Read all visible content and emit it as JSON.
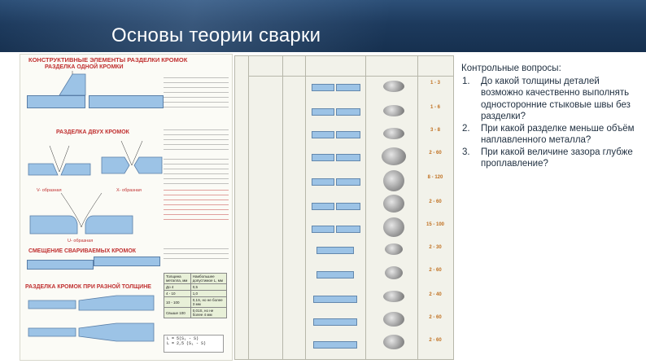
{
  "slide": {
    "title": "Основы теории сварки",
    "colors": {
      "header_bg": "#1d3a5d",
      "title_text": "#ffffff",
      "questions_text": "#1f2f40"
    }
  },
  "left_figure": {
    "headings": [
      "КОНСТРУКТИВНЫЕ ЭЛЕМЕНТЫ РАЗДЕЛКИ КРОМОК",
      "РАЗДЕЛКА ОДНОЙ КРОМКИ",
      "РАЗДЕЛКА ДВУХ КРОМОК",
      "СМЕЩЕНИЕ СВАРИВАЕМЫХ КРОМОК",
      "РАЗДЕЛКА КРОМОК ПРИ РАЗНОЙ ТОЛЩИНЕ"
    ],
    "captions": [
      "V- образная",
      "X- образная",
      "U- образная"
    ],
    "mini_table": [
      [
        "Толщина металла, мм",
        "Наибольшее допустимое L, мм"
      ],
      [
        "До 4",
        "0,5"
      ],
      [
        "4 - 10",
        "1,0"
      ],
      [
        "10 - 100",
        "0,1S, но не более 3 мм"
      ],
      [
        "Свыше 100",
        "0,01S, но не более 4 мм"
      ]
    ],
    "formula": [
      "L = 5(S₁ - S)",
      "L = 2,5 (S₁ - S)"
    ]
  },
  "right_figure": {
    "thickness_values": [
      "1 - 3",
      "1 - 6",
      "3 - 8",
      "2 - 60",
      "8 - 120",
      "2 - 60",
      "15 - 100",
      "2 - 30",
      "2 - 60",
      "2 - 40",
      "2 - 60",
      "2 - 60"
    ]
  },
  "questions": {
    "heading": "Контрольные вопросы:",
    "items": [
      {
        "num": "1.",
        "text": "До какой толщины деталей возможно качественно выполнять односторонние стыковые швы без разделки?"
      },
      {
        "num": "2.",
        "text": "При какой разделке меньше объём наплавленного металла?"
      },
      {
        "num": "3.",
        "text": "При какой величине зазора глубже проплавление?"
      }
    ]
  }
}
